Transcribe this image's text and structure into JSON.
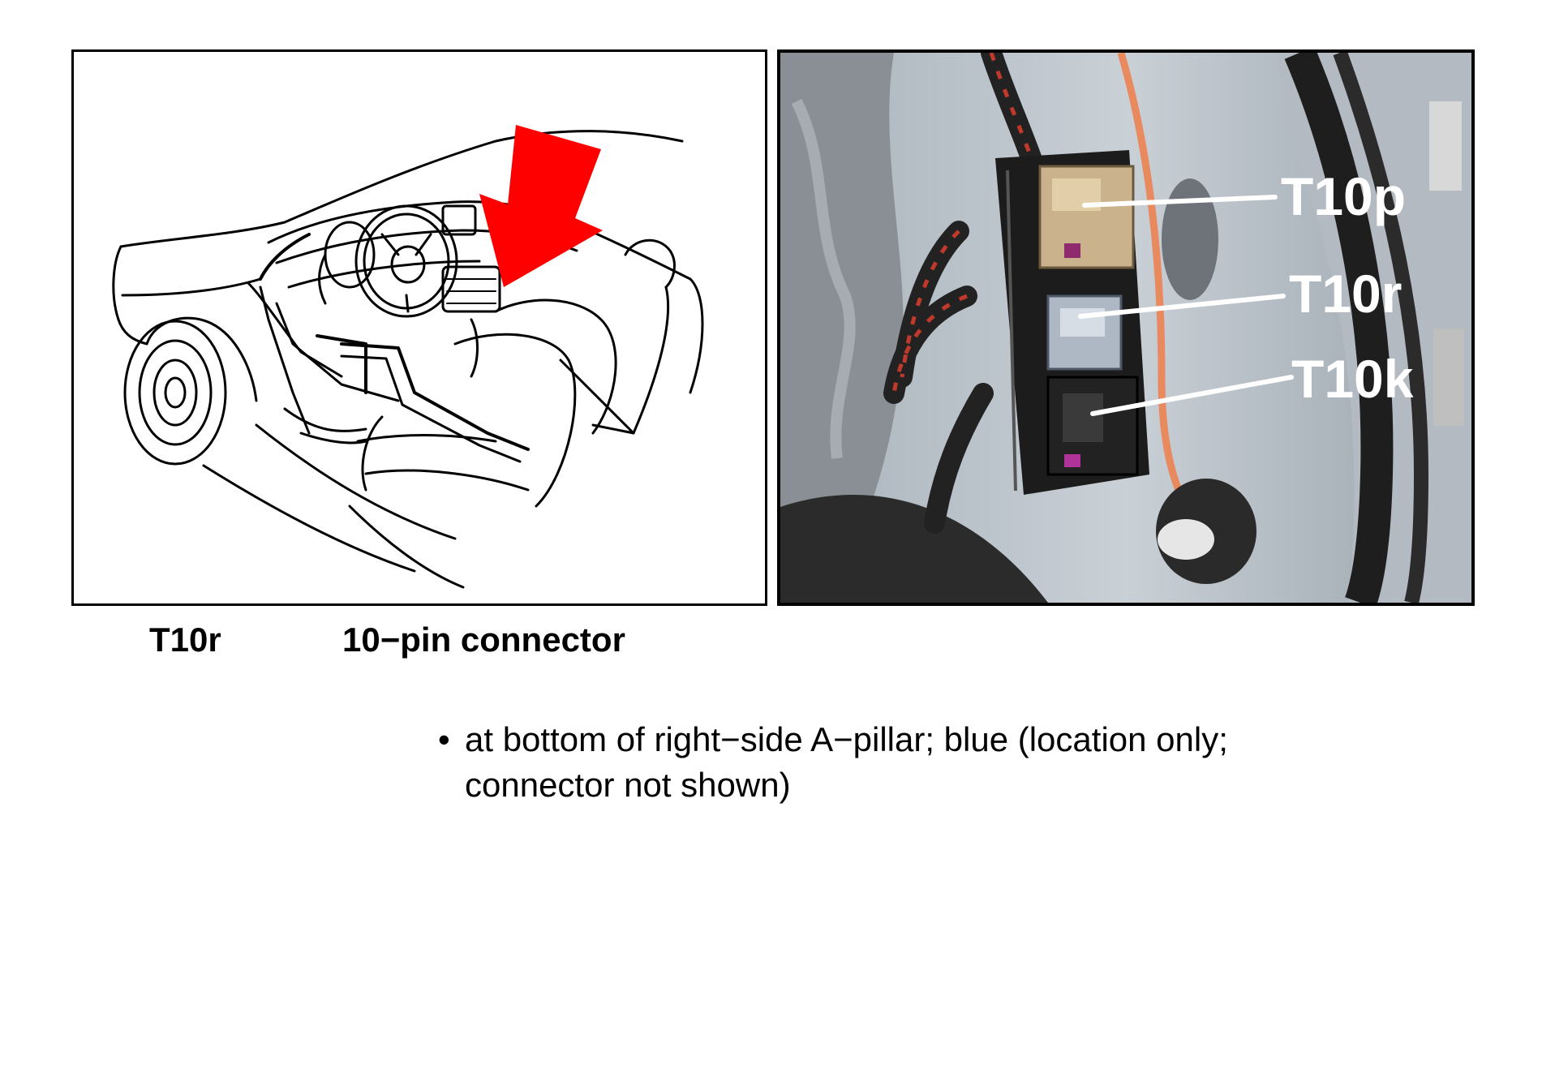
{
  "caption": {
    "code": "T10r",
    "description": "10−pin connector"
  },
  "note": {
    "bullet": "•",
    "text": "at bottom of right−side A−pillar; blue (location only; connector not shown)"
  },
  "photo": {
    "callouts": [
      "T10p",
      "T10r",
      "T10k"
    ]
  },
  "colors": {
    "arrow": "#ff0000",
    "callout_text": "#ffffff",
    "photo_background": "#b7bec6"
  }
}
